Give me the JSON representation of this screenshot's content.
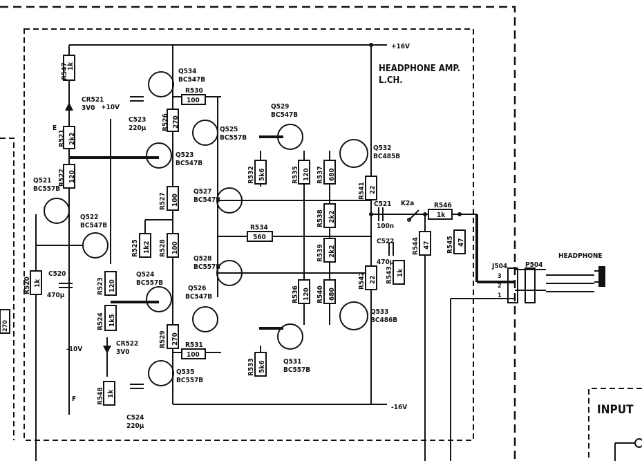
{
  "title": "HEADPHONE AMP.",
  "subtitle": "L.CH.",
  "rails": {
    "pos": "+16V",
    "neg": "-16V",
    "pos10": "+10V",
    "neg10": "-10V"
  },
  "ground_labels": {
    "e": "E",
    "f": "F"
  },
  "resistors": [
    {
      "ref": "R547",
      "val": "1k"
    },
    {
      "ref": "R530",
      "val": "100"
    },
    {
      "ref": "R526",
      "val": "270"
    },
    {
      "ref": "R521",
      "val": "2k2"
    },
    {
      "ref": "R522",
      "val": "120"
    },
    {
      "ref": "R532",
      "val": "5k6"
    },
    {
      "ref": "R535",
      "val": "120"
    },
    {
      "ref": "R537",
      "val": "680"
    },
    {
      "ref": "R541",
      "val": "22"
    },
    {
      "ref": "R527",
      "val": "100"
    },
    {
      "ref": "R538",
      "val": "2k2"
    },
    {
      "ref": "R525",
      "val": "1k2"
    },
    {
      "ref": "R528",
      "val": "100"
    },
    {
      "ref": "R534",
      "val": "560"
    },
    {
      "ref": "R539",
      "val": "2k2"
    },
    {
      "ref": "R544",
      "val": "47"
    },
    {
      "ref": "R546",
      "val": "1k"
    },
    {
      "ref": "R545",
      "val": "47"
    },
    {
      "ref": "R520",
      "val": "1k"
    },
    {
      "ref": "R523",
      "val": "120"
    },
    {
      "ref": "R536",
      "val": "120"
    },
    {
      "ref": "R540",
      "val": "680"
    },
    {
      "ref": "R542",
      "val": "22"
    },
    {
      "ref": "R543",
      "val": "1k"
    },
    {
      "ref": "R524",
      "val": "1k5"
    },
    {
      "ref": "R529",
      "val": "270"
    },
    {
      "ref": "R531",
      "val": "100"
    },
    {
      "ref": "R533",
      "val": "5k6"
    },
    {
      "ref": "R548",
      "val": "1k"
    }
  ],
  "transistors": [
    {
      "ref": "Q534",
      "type": "BC547B"
    },
    {
      "ref": "Q529",
      "type": "BC547B"
    },
    {
      "ref": "Q525",
      "type": "BC557B"
    },
    {
      "ref": "Q532",
      "type": "BC485B"
    },
    {
      "ref": "Q523",
      "type": "BC547B"
    },
    {
      "ref": "Q521",
      "type": "BC557B"
    },
    {
      "ref": "Q527",
      "type": "BC547B"
    },
    {
      "ref": "Q522",
      "type": "BC547B"
    },
    {
      "ref": "Q528",
      "type": "BC557B"
    },
    {
      "ref": "Q524",
      "type": "BC557B"
    },
    {
      "ref": "Q526",
      "type": "BC547B"
    },
    {
      "ref": "Q533",
      "type": "BC486B"
    },
    {
      "ref": "Q531",
      "type": "BC557B"
    },
    {
      "ref": "Q535",
      "type": "BC557B"
    }
  ],
  "diodes": [
    {
      "ref": "CR521",
      "val": "3V0"
    },
    {
      "ref": "CR522",
      "val": "3V0"
    }
  ],
  "capacitors": [
    {
      "ref": "C523",
      "val": "220µ"
    },
    {
      "ref": "C521",
      "val": "100n"
    },
    {
      "ref": "C522",
      "val": "470µ"
    },
    {
      "ref": "C520",
      "val": "470µ"
    },
    {
      "ref": "C524",
      "val": "220µ"
    }
  ],
  "switch": "K2a",
  "connectors": [
    {
      "ref": "J504"
    },
    {
      "ref": "P504"
    }
  ],
  "pins": [
    "3",
    "2",
    "1"
  ],
  "headphone": "HEADPHONE",
  "input_box": "INPUT",
  "left_edge_value": "270"
}
